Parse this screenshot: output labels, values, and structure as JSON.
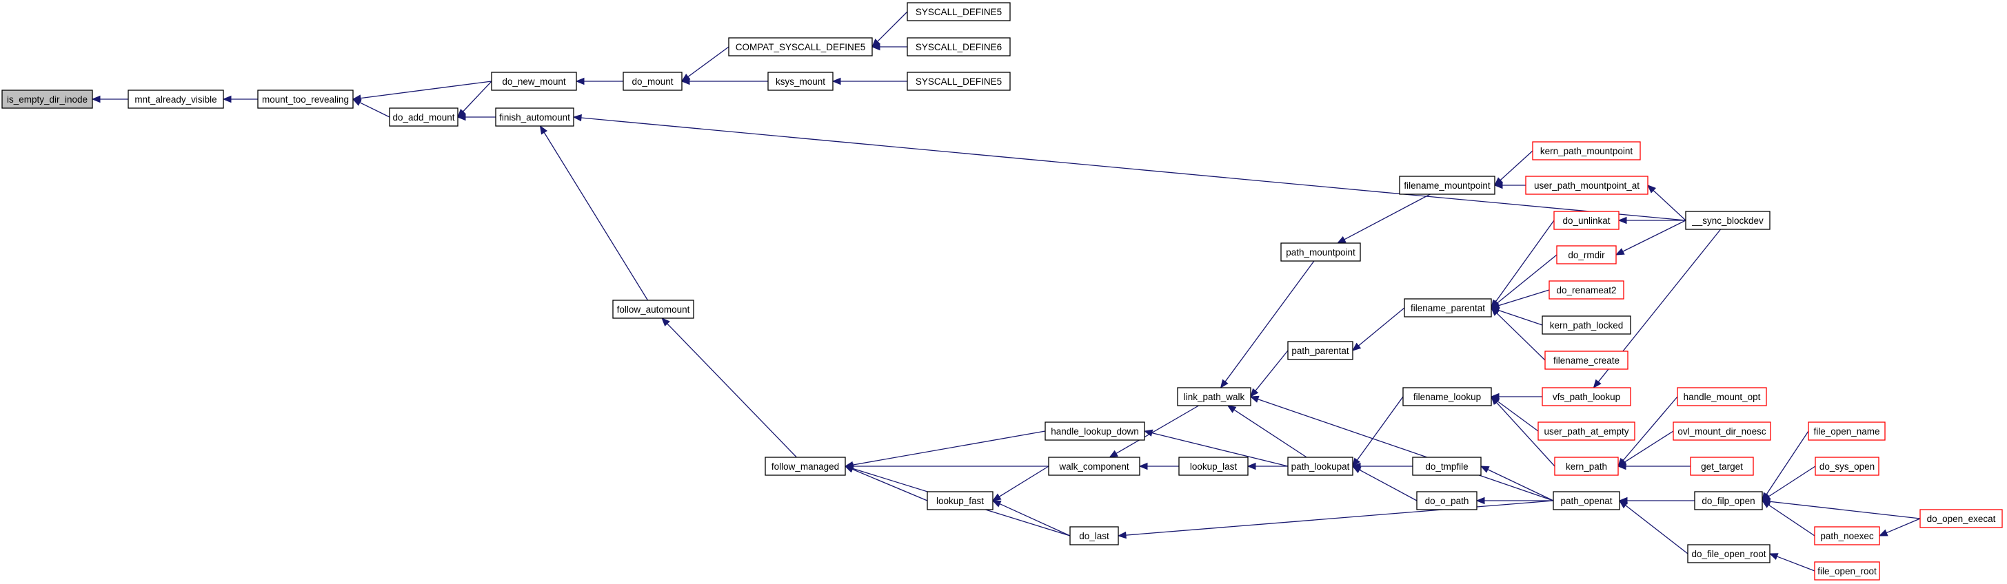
{
  "graph": {
    "nodes": [
      {
        "id": "is_empty_dir_inode",
        "label": "is_empty_dir_inode",
        "color": "#000000",
        "fill": "#bfbfbf"
      },
      {
        "id": "mnt_already_visible",
        "label": "mnt_already_visible",
        "color": "#000000"
      },
      {
        "id": "mount_too_revealing",
        "label": "mount_too_revealing",
        "color": "#000000"
      },
      {
        "id": "do_new_mount",
        "label": "do_new_mount",
        "color": "#000000"
      },
      {
        "id": "do_add_mount",
        "label": "do_add_mount",
        "color": "#000000"
      },
      {
        "id": "do_mount",
        "label": "do_mount",
        "color": "#000000"
      },
      {
        "id": "finish_automount",
        "label": "finish_automount",
        "color": "#000000"
      },
      {
        "id": "COMPAT_SYSCALL_DEFINE5",
        "label": "COMPAT_SYSCALL_DEFINE5",
        "color": "#000000"
      },
      {
        "id": "ksys_mount",
        "label": "ksys_mount",
        "color": "#000000"
      },
      {
        "id": "SYSCALL_DEFINE5_a",
        "label": "SYSCALL_DEFINE5",
        "color": "#000000"
      },
      {
        "id": "SYSCALL_DEFINE6",
        "label": "SYSCALL_DEFINE6",
        "color": "#000000"
      },
      {
        "id": "SYSCALL_DEFINE5_b",
        "label": "SYSCALL_DEFINE5",
        "color": "#000000"
      },
      {
        "id": "follow_automount",
        "label": "follow_automount",
        "color": "#000000"
      },
      {
        "id": "follow_managed",
        "label": "follow_managed",
        "color": "#000000"
      },
      {
        "id": "handle_lookup_down",
        "label": "handle_lookup_down",
        "color": "#000000"
      },
      {
        "id": "walk_component",
        "label": "walk_component",
        "color": "#000000"
      },
      {
        "id": "lookup_fast",
        "label": "lookup_fast",
        "color": "#000000"
      },
      {
        "id": "do_last",
        "label": "do_last",
        "color": "#000000"
      },
      {
        "id": "link_path_walk",
        "label": "link_path_walk",
        "color": "#000000"
      },
      {
        "id": "lookup_last",
        "label": "lookup_last",
        "color": "#000000"
      },
      {
        "id": "path_mountpoint",
        "label": "path_mountpoint",
        "color": "#000000"
      },
      {
        "id": "path_parentat",
        "label": "path_parentat",
        "color": "#000000"
      },
      {
        "id": "path_lookupat",
        "label": "path_lookupat",
        "color": "#000000"
      },
      {
        "id": "filename_mountpoint",
        "label": "filename_mountpoint",
        "color": "#000000"
      },
      {
        "id": "filename_parentat",
        "label": "filename_parentat",
        "color": "#000000"
      },
      {
        "id": "filename_lookup",
        "label": "filename_lookup",
        "color": "#000000"
      },
      {
        "id": "do_tmpfile",
        "label": "do_tmpfile",
        "color": "#000000"
      },
      {
        "id": "do_o_path",
        "label": "do_o_path",
        "color": "#000000"
      },
      {
        "id": "kern_path_mountpoint",
        "label": "kern_path_mountpoint",
        "color": "#ff0000"
      },
      {
        "id": "user_path_mountpoint_at",
        "label": "user_path_mountpoint_at",
        "color": "#ff0000"
      },
      {
        "id": "do_unlinkat",
        "label": "do_unlinkat",
        "color": "#ff0000"
      },
      {
        "id": "do_rmdir",
        "label": "do_rmdir",
        "color": "#ff0000"
      },
      {
        "id": "do_renameat2",
        "label": "do_renameat2",
        "color": "#ff0000"
      },
      {
        "id": "kern_path_locked",
        "label": "kern_path_locked",
        "color": "#000000"
      },
      {
        "id": "filename_create",
        "label": "filename_create",
        "color": "#ff0000"
      },
      {
        "id": "vfs_path_lookup",
        "label": "vfs_path_lookup",
        "color": "#ff0000"
      },
      {
        "id": "user_path_at_empty",
        "label": "user_path_at_empty",
        "color": "#ff0000"
      },
      {
        "id": "kern_path",
        "label": "kern_path",
        "color": "#ff0000"
      },
      {
        "id": "path_openat",
        "label": "path_openat",
        "color": "#000000"
      },
      {
        "id": "sync_blockdev",
        "label": "__sync_blockdev",
        "color": "#000000"
      },
      {
        "id": "handle_mount_opt",
        "label": "handle_mount_opt",
        "color": "#ff0000"
      },
      {
        "id": "ovl_mount_dir_noesc",
        "label": "ovl_mount_dir_noesc",
        "color": "#ff0000"
      },
      {
        "id": "get_target",
        "label": "get_target",
        "color": "#ff0000"
      },
      {
        "id": "do_filp_open",
        "label": "do_filp_open",
        "color": "#000000"
      },
      {
        "id": "do_file_open_root",
        "label": "do_file_open_root",
        "color": "#000000"
      },
      {
        "id": "file_open_name",
        "label": "file_open_name",
        "color": "#ff0000"
      },
      {
        "id": "do_sys_open",
        "label": "do_sys_open",
        "color": "#ff0000"
      },
      {
        "id": "path_noexec",
        "label": "path_noexec",
        "color": "#ff0000"
      },
      {
        "id": "do_open_execat",
        "label": "do_open_execat",
        "color": "#ff0000"
      },
      {
        "id": "file_open_root",
        "label": "file_open_root",
        "color": "#ff0000"
      }
    ],
    "edges": [
      {
        "from": "mnt_already_visible",
        "to": "is_empty_dir_inode"
      },
      {
        "from": "mount_too_revealing",
        "to": "mnt_already_visible"
      },
      {
        "from": "do_new_mount",
        "to": "mount_too_revealing"
      },
      {
        "from": "do_add_mount",
        "to": "mount_too_revealing"
      },
      {
        "from": "do_new_mount",
        "to": "do_add_mount"
      },
      {
        "from": "finish_automount",
        "to": "do_add_mount"
      },
      {
        "from": "do_mount",
        "to": "do_new_mount"
      },
      {
        "from": "COMPAT_SYSCALL_DEFINE5",
        "to": "do_mount"
      },
      {
        "from": "ksys_mount",
        "to": "do_mount"
      },
      {
        "from": "SYSCALL_DEFINE5_a",
        "to": "COMPAT_SYSCALL_DEFINE5"
      },
      {
        "from": "SYSCALL_DEFINE6",
        "to": "COMPAT_SYSCALL_DEFINE5"
      },
      {
        "from": "SYSCALL_DEFINE5_b",
        "to": "ksys_mount"
      },
      {
        "from": "sync_blockdev",
        "to": "finish_automount"
      },
      {
        "from": "follow_automount",
        "to": "finish_automount"
      },
      {
        "from": "follow_managed",
        "to": "follow_automount"
      },
      {
        "from": "handle_lookup_down",
        "to": "follow_managed"
      },
      {
        "from": "walk_component",
        "to": "follow_managed"
      },
      {
        "from": "lookup_fast",
        "to": "follow_managed"
      },
      {
        "from": "do_last",
        "to": "follow_managed"
      },
      {
        "from": "path_lookupat",
        "to": "handle_lookup_down"
      },
      {
        "from": "link_path_walk",
        "to": "walk_component"
      },
      {
        "from": "lookup_last",
        "to": "walk_component"
      },
      {
        "from": "walk_component",
        "to": "lookup_fast"
      },
      {
        "from": "do_last",
        "to": "lookup_fast"
      },
      {
        "from": "path_openat",
        "to": "do_last"
      },
      {
        "from": "path_mountpoint",
        "to": "link_path_walk"
      },
      {
        "from": "path_parentat",
        "to": "link_path_walk"
      },
      {
        "from": "path_lookupat",
        "to": "link_path_walk"
      },
      {
        "from": "path_openat",
        "to": "link_path_walk"
      },
      {
        "from": "path_lookupat",
        "to": "lookup_last"
      },
      {
        "from": "filename_mountpoint",
        "to": "path_mountpoint"
      },
      {
        "from": "filename_parentat",
        "to": "path_parentat"
      },
      {
        "from": "filename_lookup",
        "to": "path_lookupat"
      },
      {
        "from": "do_tmpfile",
        "to": "path_lookupat"
      },
      {
        "from": "do_o_path",
        "to": "path_lookupat"
      },
      {
        "from": "kern_path_mountpoint",
        "to": "filename_mountpoint"
      },
      {
        "from": "user_path_mountpoint_at",
        "to": "filename_mountpoint"
      },
      {
        "from": "do_unlinkat",
        "to": "filename_parentat"
      },
      {
        "from": "do_rmdir",
        "to": "filename_parentat"
      },
      {
        "from": "do_renameat2",
        "to": "filename_parentat"
      },
      {
        "from": "kern_path_locked",
        "to": "filename_parentat"
      },
      {
        "from": "filename_create",
        "to": "filename_parentat"
      },
      {
        "from": "vfs_path_lookup",
        "to": "filename_lookup"
      },
      {
        "from": "user_path_at_empty",
        "to": "filename_lookup"
      },
      {
        "from": "kern_path",
        "to": "filename_lookup"
      },
      {
        "from": "path_openat",
        "to": "do_tmpfile"
      },
      {
        "from": "path_openat",
        "to": "do_o_path"
      },
      {
        "from": "sync_blockdev",
        "to": "user_path_mountpoint_at"
      },
      {
        "from": "sync_blockdev",
        "to": "do_unlinkat"
      },
      {
        "from": "sync_blockdev",
        "to": "do_rmdir"
      },
      {
        "from": "sync_blockdev",
        "to": "vfs_path_lookup"
      },
      {
        "from": "handle_mount_opt",
        "to": "kern_path"
      },
      {
        "from": "ovl_mount_dir_noesc",
        "to": "kern_path"
      },
      {
        "from": "get_target",
        "to": "kern_path"
      },
      {
        "from": "do_filp_open",
        "to": "path_openat"
      },
      {
        "from": "do_file_open_root",
        "to": "path_openat"
      },
      {
        "from": "file_open_name",
        "to": "do_filp_open"
      },
      {
        "from": "do_sys_open",
        "to": "do_filp_open"
      },
      {
        "from": "path_noexec",
        "to": "do_filp_open"
      },
      {
        "from": "do_open_execat",
        "to": "do_filp_open"
      },
      {
        "from": "do_open_execat",
        "to": "path_noexec"
      },
      {
        "from": "file_open_root",
        "to": "do_file_open_root"
      }
    ]
  }
}
